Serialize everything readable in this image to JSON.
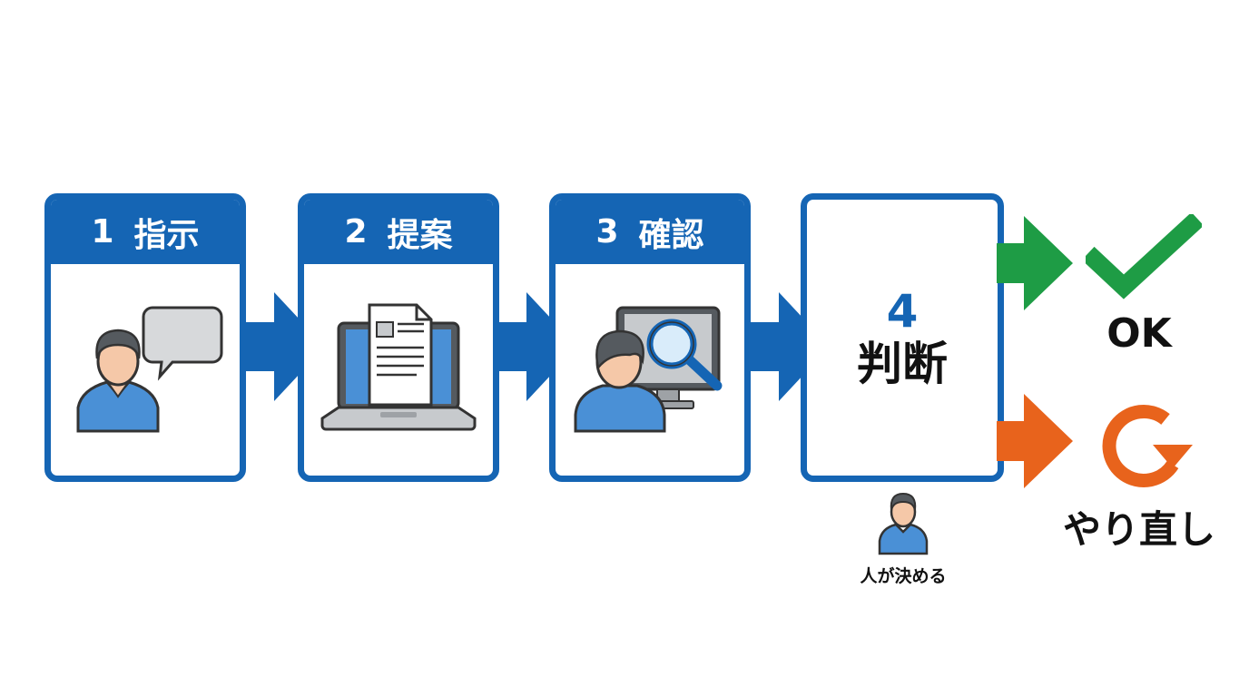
{
  "steps": [
    {
      "number": "1",
      "label": "指示",
      "icon": "person-speech-bubble-icon"
    },
    {
      "number": "2",
      "label": "提案",
      "icon": "laptop-document-icon"
    },
    {
      "number": "3",
      "label": "確認",
      "icon": "person-magnifier-monitor-icon"
    },
    {
      "number": "4",
      "label": "判断"
    }
  ],
  "outcomes": {
    "ok": {
      "label": "OK",
      "icon": "checkmark-icon",
      "color": "#1e9c45"
    },
    "redo": {
      "label": "やり直し",
      "icon": "retry-circular-arrow-icon",
      "color": "#e8631c"
    }
  },
  "human": {
    "caption": "人が決める",
    "icon": "person-icon"
  },
  "colors": {
    "primary": "#1565b4",
    "skin": "#f5c8a8",
    "hair": "#555a5f",
    "shirt": "#4a90d6"
  }
}
